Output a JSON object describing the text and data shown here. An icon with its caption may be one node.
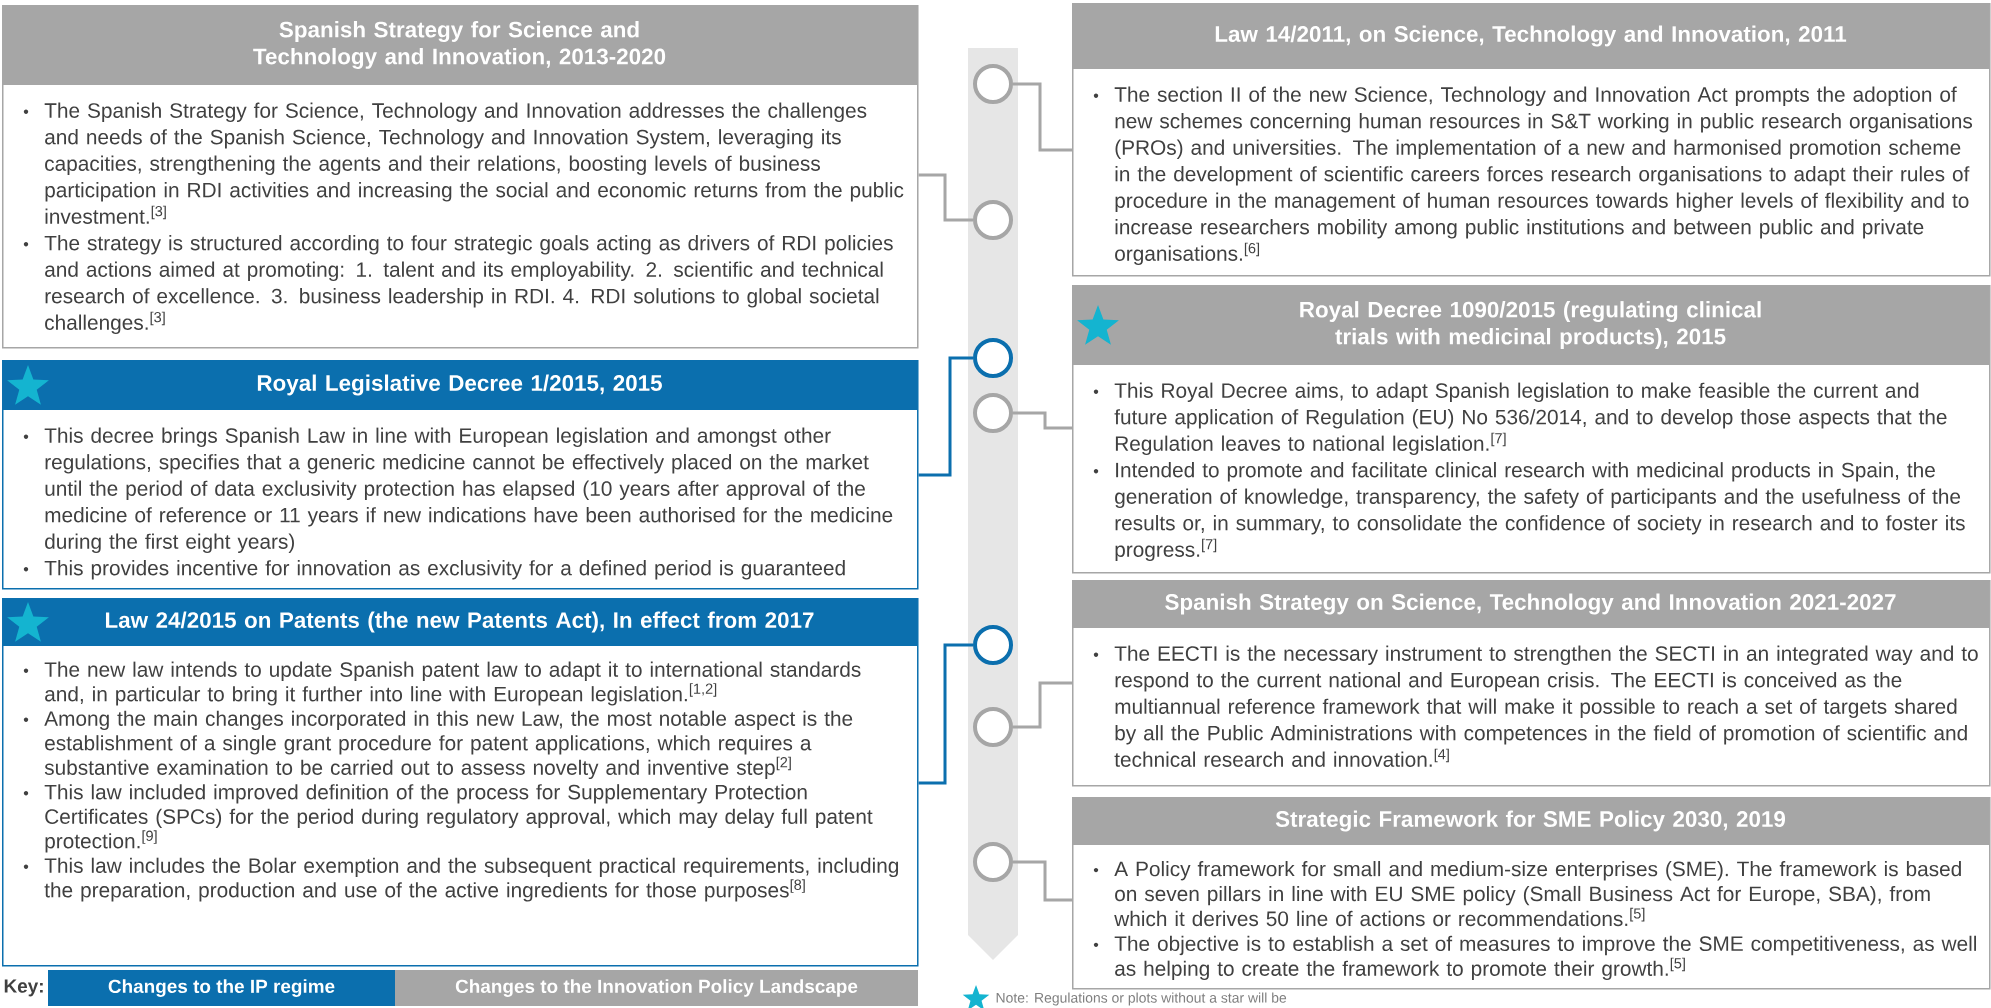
{
  "diagram": {
    "nodes": [
      {
        "text": [
          "Spanish Strategy for Science and Technology and Innovation, 2013-2020",
          "The Spanish Strategy for Science, Technology and Innovation addresses the challenges and needs of the Spanish Science, Technology and Innovation System, leveraging its capacities, strengthening the agents and their relations, boosting levels of business participation in RDI activities and increasing the social and economic returns from the public investment.$^{[3]}$",
          "The strategy is structured according to four strategic goals acting as drivers of RDI policies and actions aimed at promoting: 1. talent and its employability. 2. scientific and technical research of excellence. 3. business leadership in RDI. 4. RDI solutions to global societal challenges.$^{[3]}$"
        ]
      },
      {
        "text": [
          "Royal Legislative Decree 1/2015, 2015",
          "This decree brings Spanish Law in line with European legislation and amongst other regulations, specifies that a generic medicine cannot be effectively placed on the market until the period of data exclusivity protection has elapsed (10 years after approval of the medicine of reference or 11 years if new indications have been authorised for the medicine during the first eight years)",
          "This provides incentive for innovation as exclusivity for a defined period is guaranteed"
        ]
      },
      {
        "text": [
          "Law 24/2015 on Patents (the new Patents Act), In effect from 2017",
          "The new law intends to update Spanish patent law to adapt it to international standards and, in particular to bring it further into line with European legislation.$^{[1,2]}$",
          "Among the main changes incorporated in this new Law, the most notable aspect is the establishment of a single grant procedure for patent applications, which requires a substantive examination to be carried out to assess novelty and inventive step$^{[2]}$",
          "This law included improved definition of the process for Supplementary Protection Certificates (SPCs) for the period during regulatory approval, which may delay full patent protection.$^{[9]}$",
          "This law includes the Bolar exemption and the subsequent practical requirements, including the preparation, production and use of the active ingredients for those purposes$^{[8]}$"
        ]
      },
      {
        "text": [
          "Law 14/2011, on Science, Technology and Innovation, 2011",
          "The section II of the new Science, Technology and Innovation Act prompts the adoption of new schemes concerning human resources in S&T working in public research organisations (PROs) and universities. The implementation of a new and harmonised promotion scheme in the development of scientific careers forces research organisations to adapt their rules of procedure in the management of human resources towards higher levels of flexibility and to increase researchers mobility among public institutions and between public and private organisations.$^{[6]}$"
        ]
      },
      {
        "text": [
          "Royal Decree 1090/2015 (regulating clinical trials with medicinal products), 2015",
          "This Royal Decree aims, to adapt Spanish legislation to make feasible the current and future application of Regulation (EU) No 536/2014, and to develop those aspects that the Regulation leaves to national legislation.$^{[7]}$",
          "Intended to promote and facilitate clinical research with medicinal products in Spain, the generation of knowledge, transparency, the safety of participants and the usefulness of the results or, in summary, to consolidate the confidence of society in research and to foster its progress.$^{[7]}$"
        ]
      },
      {
        "text": [
          "Spanish Strategy on Science, Technology and Innovation 2021-2027",
          "The EECTI is the necessary instrument to strengthen the SECTI in an integrated way and to respond to the current national and European crisis. The EECTI is conceived as the multiannual reference framework that will make it possible to reach a set of targets shared by all the Public Administrations with competences in the field of promotion of scientific and technical research and innovation.$^{[4]}$"
        ]
      },
      {
        "text": [
          "Strategic Framework for SME Policy 2030, 2019",
          "A Policy framework for small and medium-size enterprises (SME). The framework is based on seven pillars in line with EU SME policy (Small Business Act for Europe, SBA), from which it derives 50 line of actions or recommendations.$^{[5]}$",
          "The objective is to establish a set of measures to improve the SME competitiveness, as well as helping to create the framework to promote their growth.$^{[5]}$"
        ]
      },
      {
        "text": [],
        "shape": "circle"
      },
      {
        "text": [],
        "shape": "circle"
      },
      {
        "text": [],
        "shape": "circle"
      },
      {
        "text": [],
        "shape": "circle"
      },
      {
        "text": [],
        "shape": "circle"
      },
      {
        "text": [],
        "shape": "circle"
      },
      {
        "text": [],
        "shape": "circle"
      }
    ],
    "edges": [
      {
        "from": 7,
        "to": 3,
        "arrow": "none"
      },
      {
        "from": 8,
        "to": 0,
        "arrow": "none"
      },
      {
        "from": 9,
        "to": 1,
        "arrow": "none",
        "color": "#0b6fae"
      },
      {
        "from": 10,
        "to": 4,
        "arrow": "none"
      },
      {
        "from": 11,
        "to": 2,
        "arrow": "none",
        "color": "#0b6fae"
      },
      {
        "from": 12,
        "to": 5,
        "arrow": "none"
      },
      {
        "from": 13,
        "to": 6,
        "arrow": "none"
      }
    ],
    "labels": [
      "Key:"
    ],
    "legend": [
      {
        "text": "Changes to the IP regime",
        "color": "#0b6fae"
      },
      {
        "text": "Changes to the Innovation Policy Landscape",
        "color": "#a6a6a6"
      },
      {
        "text": "Note: Regulations or plots without a star will be"
      }
    ]
  }
}
